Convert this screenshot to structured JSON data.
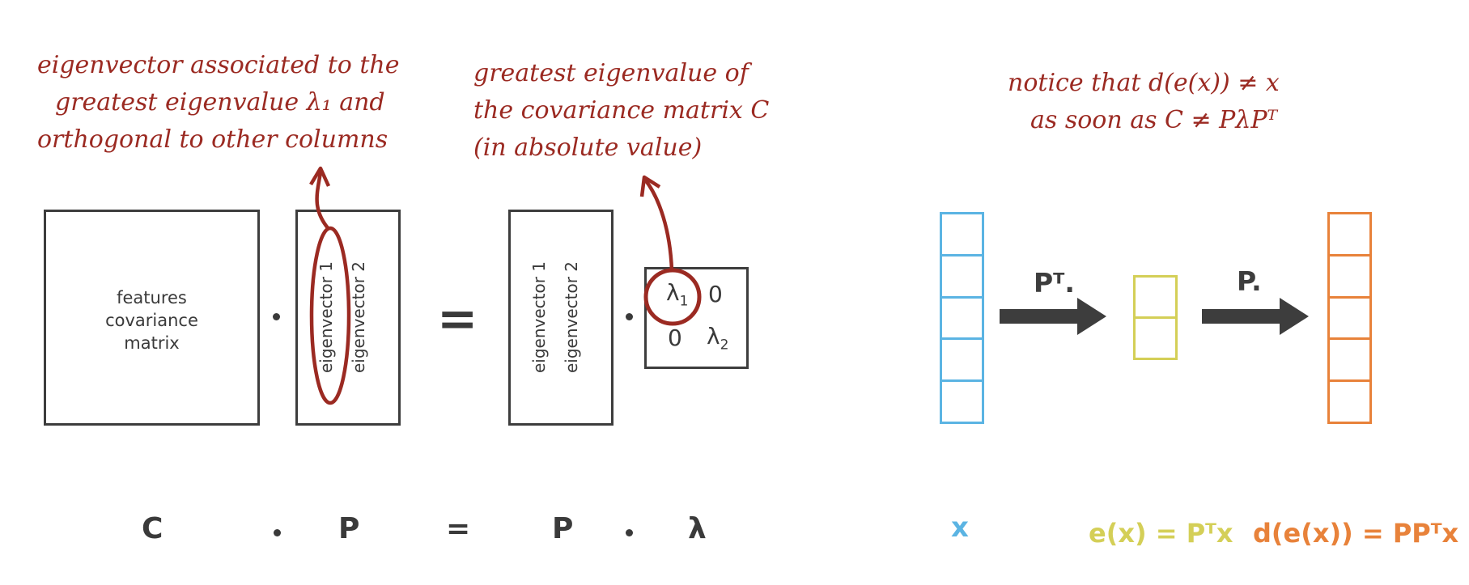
{
  "notes": {
    "eigenvector": [
      "eigenvector associated to the",
      "greatest eigenvalue λ₁ and",
      "orthogonal to other columns"
    ],
    "eigenvalue": [
      "greatest eigenvalue of",
      "the covariance matrix C",
      "(in absolute value)"
    ],
    "notice": [
      "notice that  d(e(x)) ≠ x",
      "as soon as  C ≠ PλPᵀ"
    ]
  },
  "matrices": {
    "covariance_lines": [
      "features",
      "covariance",
      "matrix"
    ],
    "eigvec1": "eigenvector 1",
    "eigvec2": "eigenvector 2",
    "lambda1": "λ",
    "lambda1_sub": "1",
    "lambda2": "λ",
    "lambda2_sub": "2",
    "zero": "0"
  },
  "operators": {
    "equals": "="
  },
  "equation": {
    "C": "C",
    "P1": "P",
    "eq": "=",
    "P2": "P",
    "lambda": "λ"
  },
  "flow": {
    "arrow1_label": "Pᵀ.",
    "arrow2_label": "P.",
    "x_label": "x",
    "ex_label": "e(x) = Pᵀx",
    "dex_label": "d(e(x)) = PPᵀx"
  },
  "colors": {
    "annotation": "#9b2a22",
    "input": "#5bb4e3",
    "encoded": "#d4cf57",
    "decoded": "#e8823a",
    "dark": "#3d3d3d"
  }
}
